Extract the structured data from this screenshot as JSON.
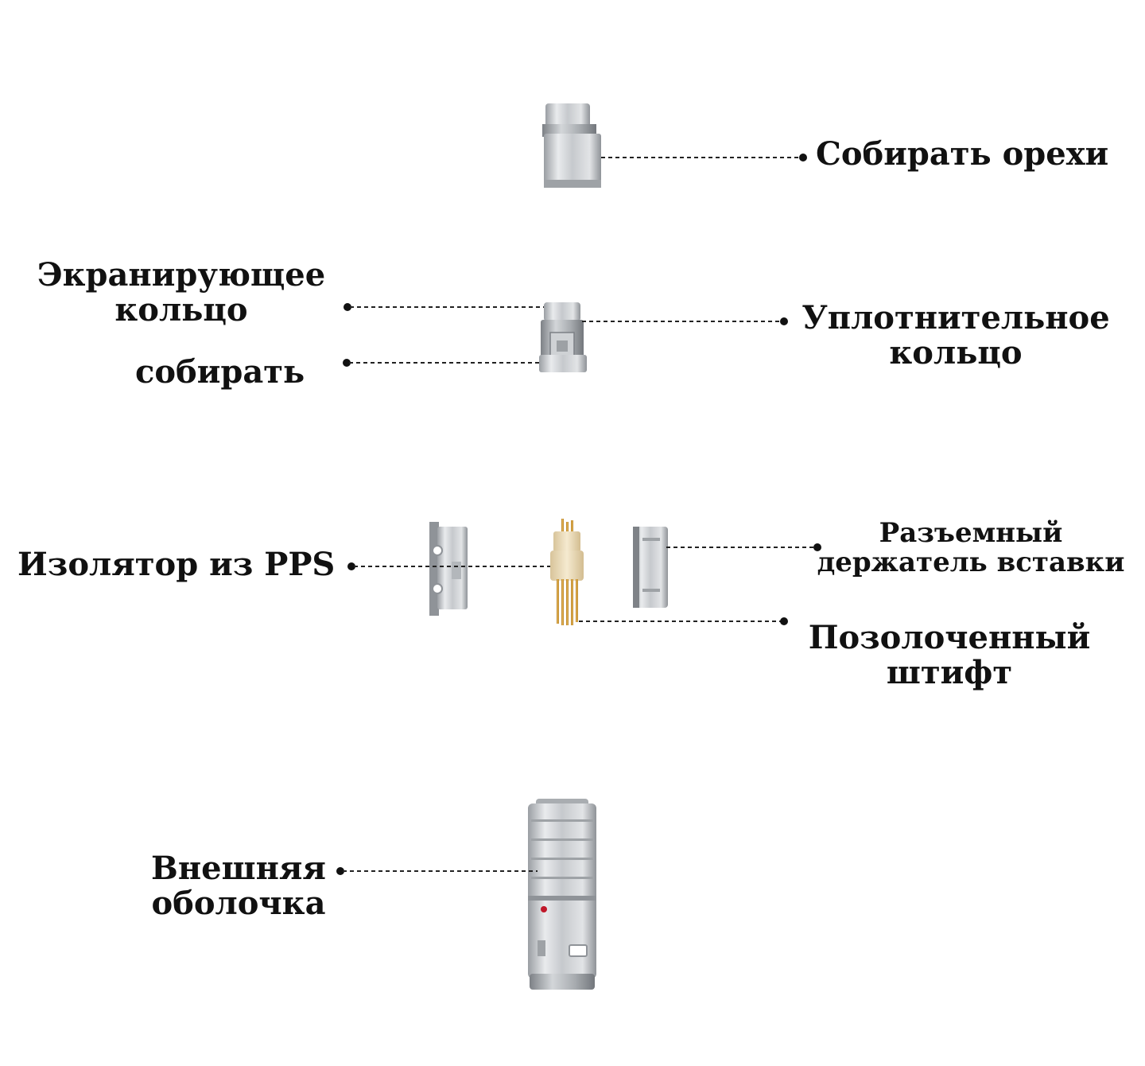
{
  "labels": {
    "nut": "Собирать орехи",
    "shield_ring_1": "Экранирующее",
    "shield_ring_2": "кольцо",
    "shield_assembly": "собирать",
    "seal_ring_1": "Уплотнительное",
    "seal_ring_2": "кольцо",
    "pps_insulator": "Изолятор из PPS",
    "insert_holder_1": "Разъемный",
    "insert_holder_2": "держатель вставки",
    "gold_pin_1": "Позолоченный",
    "gold_pin_2": "штифт",
    "outer_shell_1": "Внешняя",
    "outer_shell_2": "оболочка"
  },
  "colors": {
    "text": "#111111",
    "leader": "#222222",
    "metal_light": "#e4e6e8",
    "metal_mid": "#b9bcc0",
    "metal_dark": "#8d9196",
    "gold": "#d7a23a",
    "insulator": "#efe0bd",
    "red_dot": "#c0182a"
  }
}
